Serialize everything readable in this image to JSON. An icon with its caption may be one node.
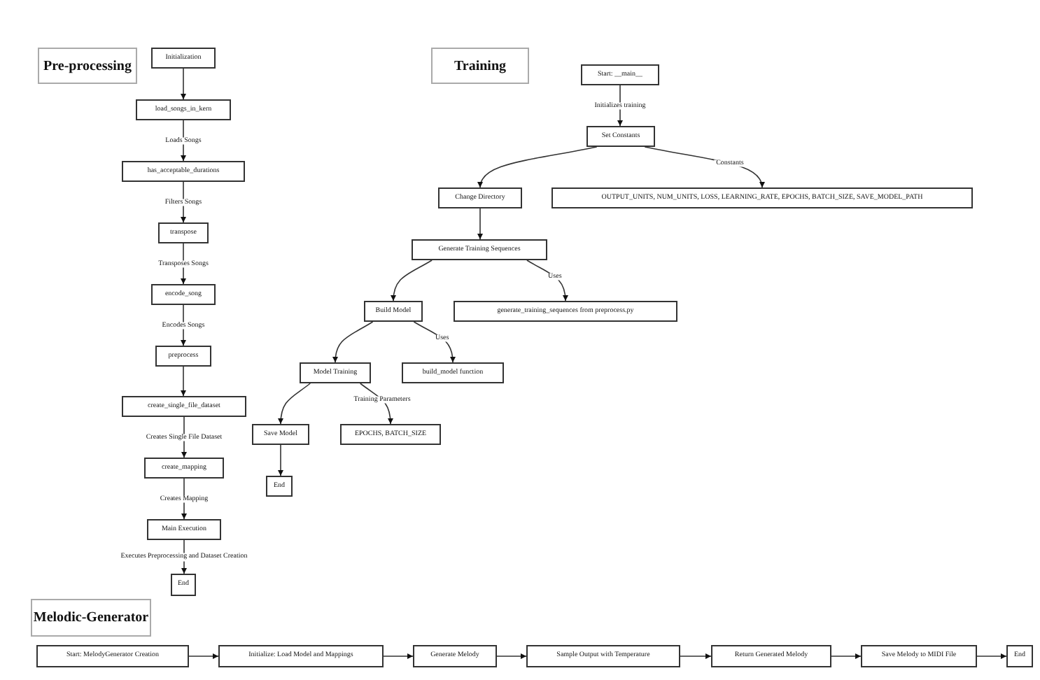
{
  "diagram": {
    "nodes": [
      {
        "text": [
          "Pre-processing"
        ]
      },
      {
        "text": [
          "Initialization"
        ]
      },
      {
        "text": [
          "load_songs_in_kern"
        ]
      },
      {
        "text": [
          "has_acceptable_durations"
        ]
      },
      {
        "text": [
          "transpose"
        ]
      },
      {
        "text": [
          "encode_song"
        ]
      },
      {
        "text": [
          "preprocess"
        ]
      },
      {
        "text": [
          "create_single_file_dataset"
        ]
      },
      {
        "text": [
          "create_mapping"
        ]
      },
      {
        "text": [
          "Main Execution"
        ]
      },
      {
        "text": [
          "End"
        ]
      },
      {
        "text": [
          "Training"
        ]
      },
      {
        "text": [
          "Start: __main__"
        ]
      },
      {
        "text": [
          "Set Constants"
        ]
      },
      {
        "text": [
          "Change Directory"
        ]
      },
      {
        "text": [
          "OUTPUT_UNITS, NUM_UNITS, LOSS, LEARNING_RATE, EPOCHS, BATCH_SIZE, SAVE_MODEL_PATH"
        ]
      },
      {
        "text": [
          "Generate Training Sequences"
        ]
      },
      {
        "text": [
          "Build Model"
        ]
      },
      {
        "text": [
          "generate_training_sequences from preprocess.py"
        ]
      },
      {
        "text": [
          "Model Training"
        ]
      },
      {
        "text": [
          "build_model function"
        ]
      },
      {
        "text": [
          "Save Model"
        ]
      },
      {
        "text": [
          "EPOCHS, BATCH_SIZE"
        ]
      },
      {
        "text": [
          "End"
        ]
      },
      {
        "text": [
          "Melodic-Generator"
        ]
      },
      {
        "text": [
          "Start: MelodyGenerator Creation"
        ]
      },
      {
        "text": [
          "Initialize: Load Model and Mappings"
        ]
      },
      {
        "text": [
          "Generate Melody"
        ]
      },
      {
        "text": [
          "Sample Output with Temperature"
        ]
      },
      {
        "text": [
          "Return Generated Melody"
        ]
      },
      {
        "text": [
          "Save Melody to MIDI File"
        ]
      },
      {
        "text": [
          "End"
        ]
      }
    ],
    "edges": [
      {
        "from": 1,
        "to": 2,
        "arrow": "to"
      },
      {
        "from": 2,
        "to": 3,
        "arrow": "to",
        "label": "Loads Songs"
      },
      {
        "from": 3,
        "to": 4,
        "arrow": "to",
        "label": "Filters Songs"
      },
      {
        "from": 4,
        "to": 5,
        "arrow": "to",
        "label": "Transposes Songs"
      },
      {
        "from": 5,
        "to": 6,
        "arrow": "to",
        "label": "Encodes Songs"
      },
      {
        "from": 6,
        "to": 7,
        "arrow": "to"
      },
      {
        "from": 7,
        "to": 8,
        "arrow": "to",
        "label": "Creates Single File Dataset"
      },
      {
        "from": 8,
        "to": 9,
        "arrow": "to",
        "label": "Creates Mapping"
      },
      {
        "from": 9,
        "to": 10,
        "arrow": "to",
        "label": "Executes Preprocessing and Dataset Creation"
      },
      {
        "from": 12,
        "to": 13,
        "arrow": "to",
        "label": "Initializes training"
      },
      {
        "from": 13,
        "to": 14,
        "arrow": "to"
      },
      {
        "from": 13,
        "to": 15,
        "arrow": "to",
        "label": "Constants"
      },
      {
        "from": 14,
        "to": 16,
        "arrow": "to"
      },
      {
        "from": 16,
        "to": 17,
        "arrow": "to"
      },
      {
        "from": 16,
        "to": 18,
        "arrow": "to",
        "label": "Uses"
      },
      {
        "from": 17,
        "to": 19,
        "arrow": "to"
      },
      {
        "from": 17,
        "to": 20,
        "arrow": "to",
        "label": "Uses"
      },
      {
        "from": 19,
        "to": 21,
        "arrow": "to"
      },
      {
        "from": 19,
        "to": 22,
        "arrow": "to",
        "label": "Training Parameters"
      },
      {
        "from": 21,
        "to": 23,
        "arrow": "to"
      },
      {
        "from": 25,
        "to": 26,
        "arrow": "to"
      },
      {
        "from": 26,
        "to": 27,
        "arrow": "to"
      },
      {
        "from": 27,
        "to": 28,
        "arrow": "to"
      },
      {
        "from": 28,
        "to": 29,
        "arrow": "to"
      },
      {
        "from": 29,
        "to": 30,
        "arrow": "to"
      },
      {
        "from": 30,
        "to": 31,
        "arrow": "to"
      }
    ]
  }
}
